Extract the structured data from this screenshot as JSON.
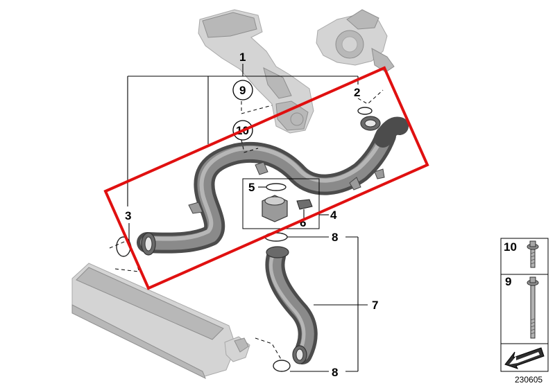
{
  "callouts": {
    "c1": "1",
    "c2": "2",
    "c3": "3",
    "c4": "4",
    "c5": "5",
    "c6": "6",
    "c7": "7",
    "c8a": "8",
    "c8b": "8",
    "c9": "9",
    "c10": "10"
  },
  "legend": {
    "item10": "10",
    "item9": "9"
  },
  "document_number": "230605",
  "colors": {
    "highlight": "#e01010",
    "hose": "#4c4c4c",
    "ghost_part": "#d4d4d4"
  },
  "icons": {
    "bolt_short": "flange-bolt-icon",
    "bolt_long": "long-bolt-icon",
    "arrow": "arrow-icon"
  }
}
